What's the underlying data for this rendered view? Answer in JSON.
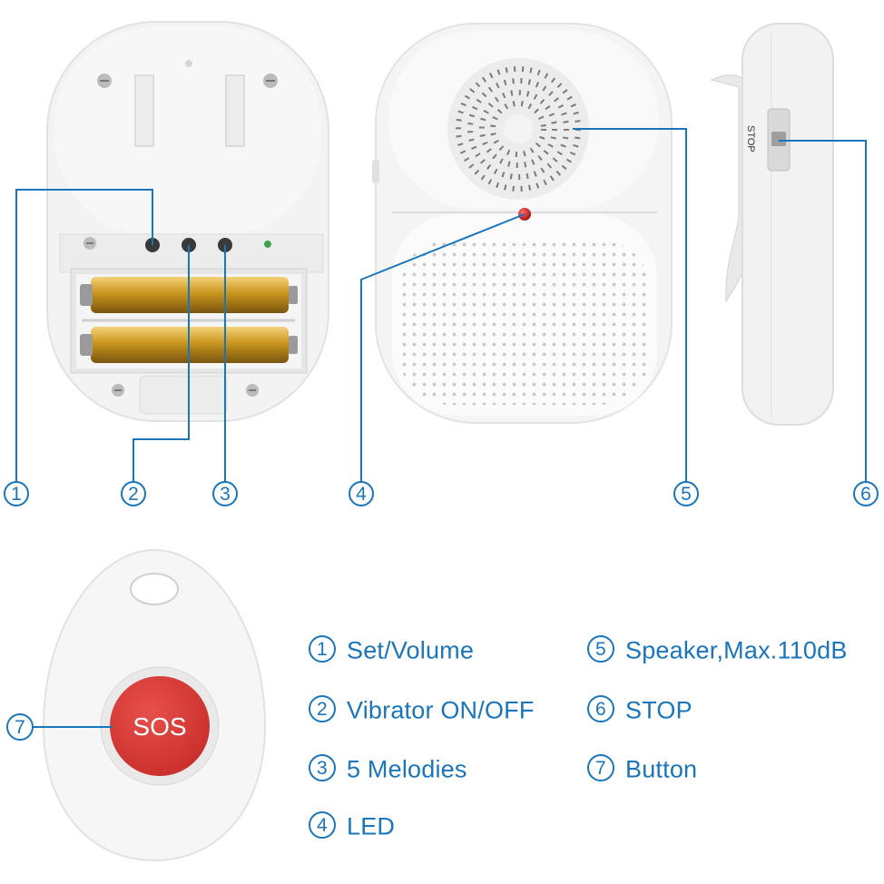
{
  "callouts": [
    {
      "num": "1",
      "label": "Set/Volume"
    },
    {
      "num": "2",
      "label": "Vibrator ON/OFF"
    },
    {
      "num": "3",
      "label": "5 Melodies"
    },
    {
      "num": "4",
      "label": "LED"
    },
    {
      "num": "5",
      "label": "Speaker,Max.110dB"
    },
    {
      "num": "6",
      "label": "STOP"
    },
    {
      "num": "7",
      "label": "Button"
    }
  ],
  "device_text": {
    "sos": "SOS",
    "stop": "STOP"
  },
  "colors": {
    "callout": "#1a75bb",
    "sos_button": "#d93a36",
    "led": "#d21f1f",
    "battery": "#c9951e"
  }
}
